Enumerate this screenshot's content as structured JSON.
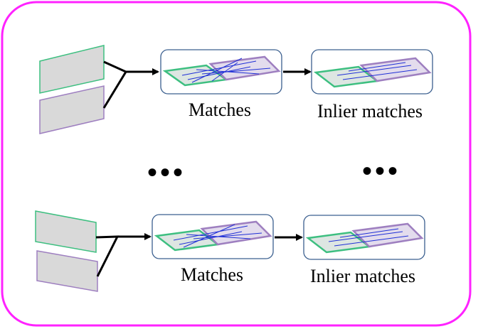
{
  "colors": {
    "frame": "#ff22ff",
    "image_a_stroke": "#3dbf80",
    "image_b_stroke": "#9e7fc0",
    "image_fill": "#d9d9d9",
    "panel_border": "#3b5f8f",
    "match_line": "#1f2fd6",
    "arrow": "#000000"
  },
  "rows": [
    {
      "matches_label": "Matches",
      "inliers_label": "Inlier matches"
    },
    {
      "matches_label": "Matches",
      "inliers_label": "Inlier matches"
    }
  ],
  "ellipsis": [
    "•••",
    "•••"
  ]
}
